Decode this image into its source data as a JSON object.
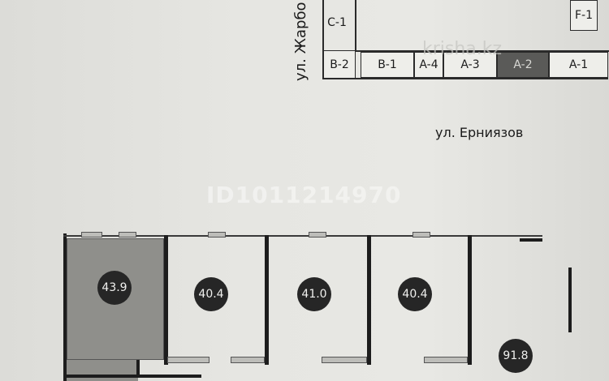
{
  "site_plan": {
    "blocks": {
      "c1": "C-1",
      "b2": "B-2",
      "b1": "B-1",
      "a4": "A-4",
      "a3": "A-3",
      "a2": "A-2",
      "a1": "A-1",
      "f1": "F-1"
    },
    "street_vertical": "ул. Жарбо",
    "street_horizontal": "ул. Ерниязов"
  },
  "watermark": {
    "id_text": "ID1011214970",
    "site_text": "krisha.kz"
  },
  "floor_plan": {
    "units": [
      "43.9",
      "40.4",
      "41.0",
      "40.4",
      "91.8"
    ]
  },
  "colors": {
    "highlight_block": "#5a5a58",
    "highlight_unit": "#8f8f8b",
    "badge": "#262626"
  }
}
